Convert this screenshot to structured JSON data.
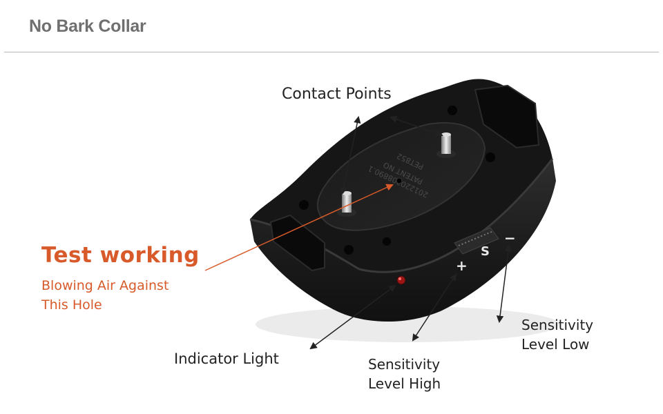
{
  "header": {
    "title": "No Bark Collar"
  },
  "labels": {
    "contact_points": "Contact Points",
    "test_title": "Test working",
    "test_line1": "Blowing Air Against",
    "test_line2": "This Hole",
    "indicator_light": "Indicator Light",
    "sensitivity_high_line1": "Sensitivity",
    "sensitivity_high_line2": "Level High",
    "sensitivity_low_line1": "Sensitivity",
    "sensitivity_low_line2": "Level Low"
  },
  "device": {
    "plus_button": "+",
    "s_button": "S",
    "minus_button": "−",
    "engraving_line1": "PATENT NO",
    "engraving_line2": "201220208890.1",
    "engraving_line3": "PET852"
  },
  "colors": {
    "accent": "#d85a2a",
    "title_gray": "#6f6f6f",
    "device_body": "#1c1c1c"
  }
}
